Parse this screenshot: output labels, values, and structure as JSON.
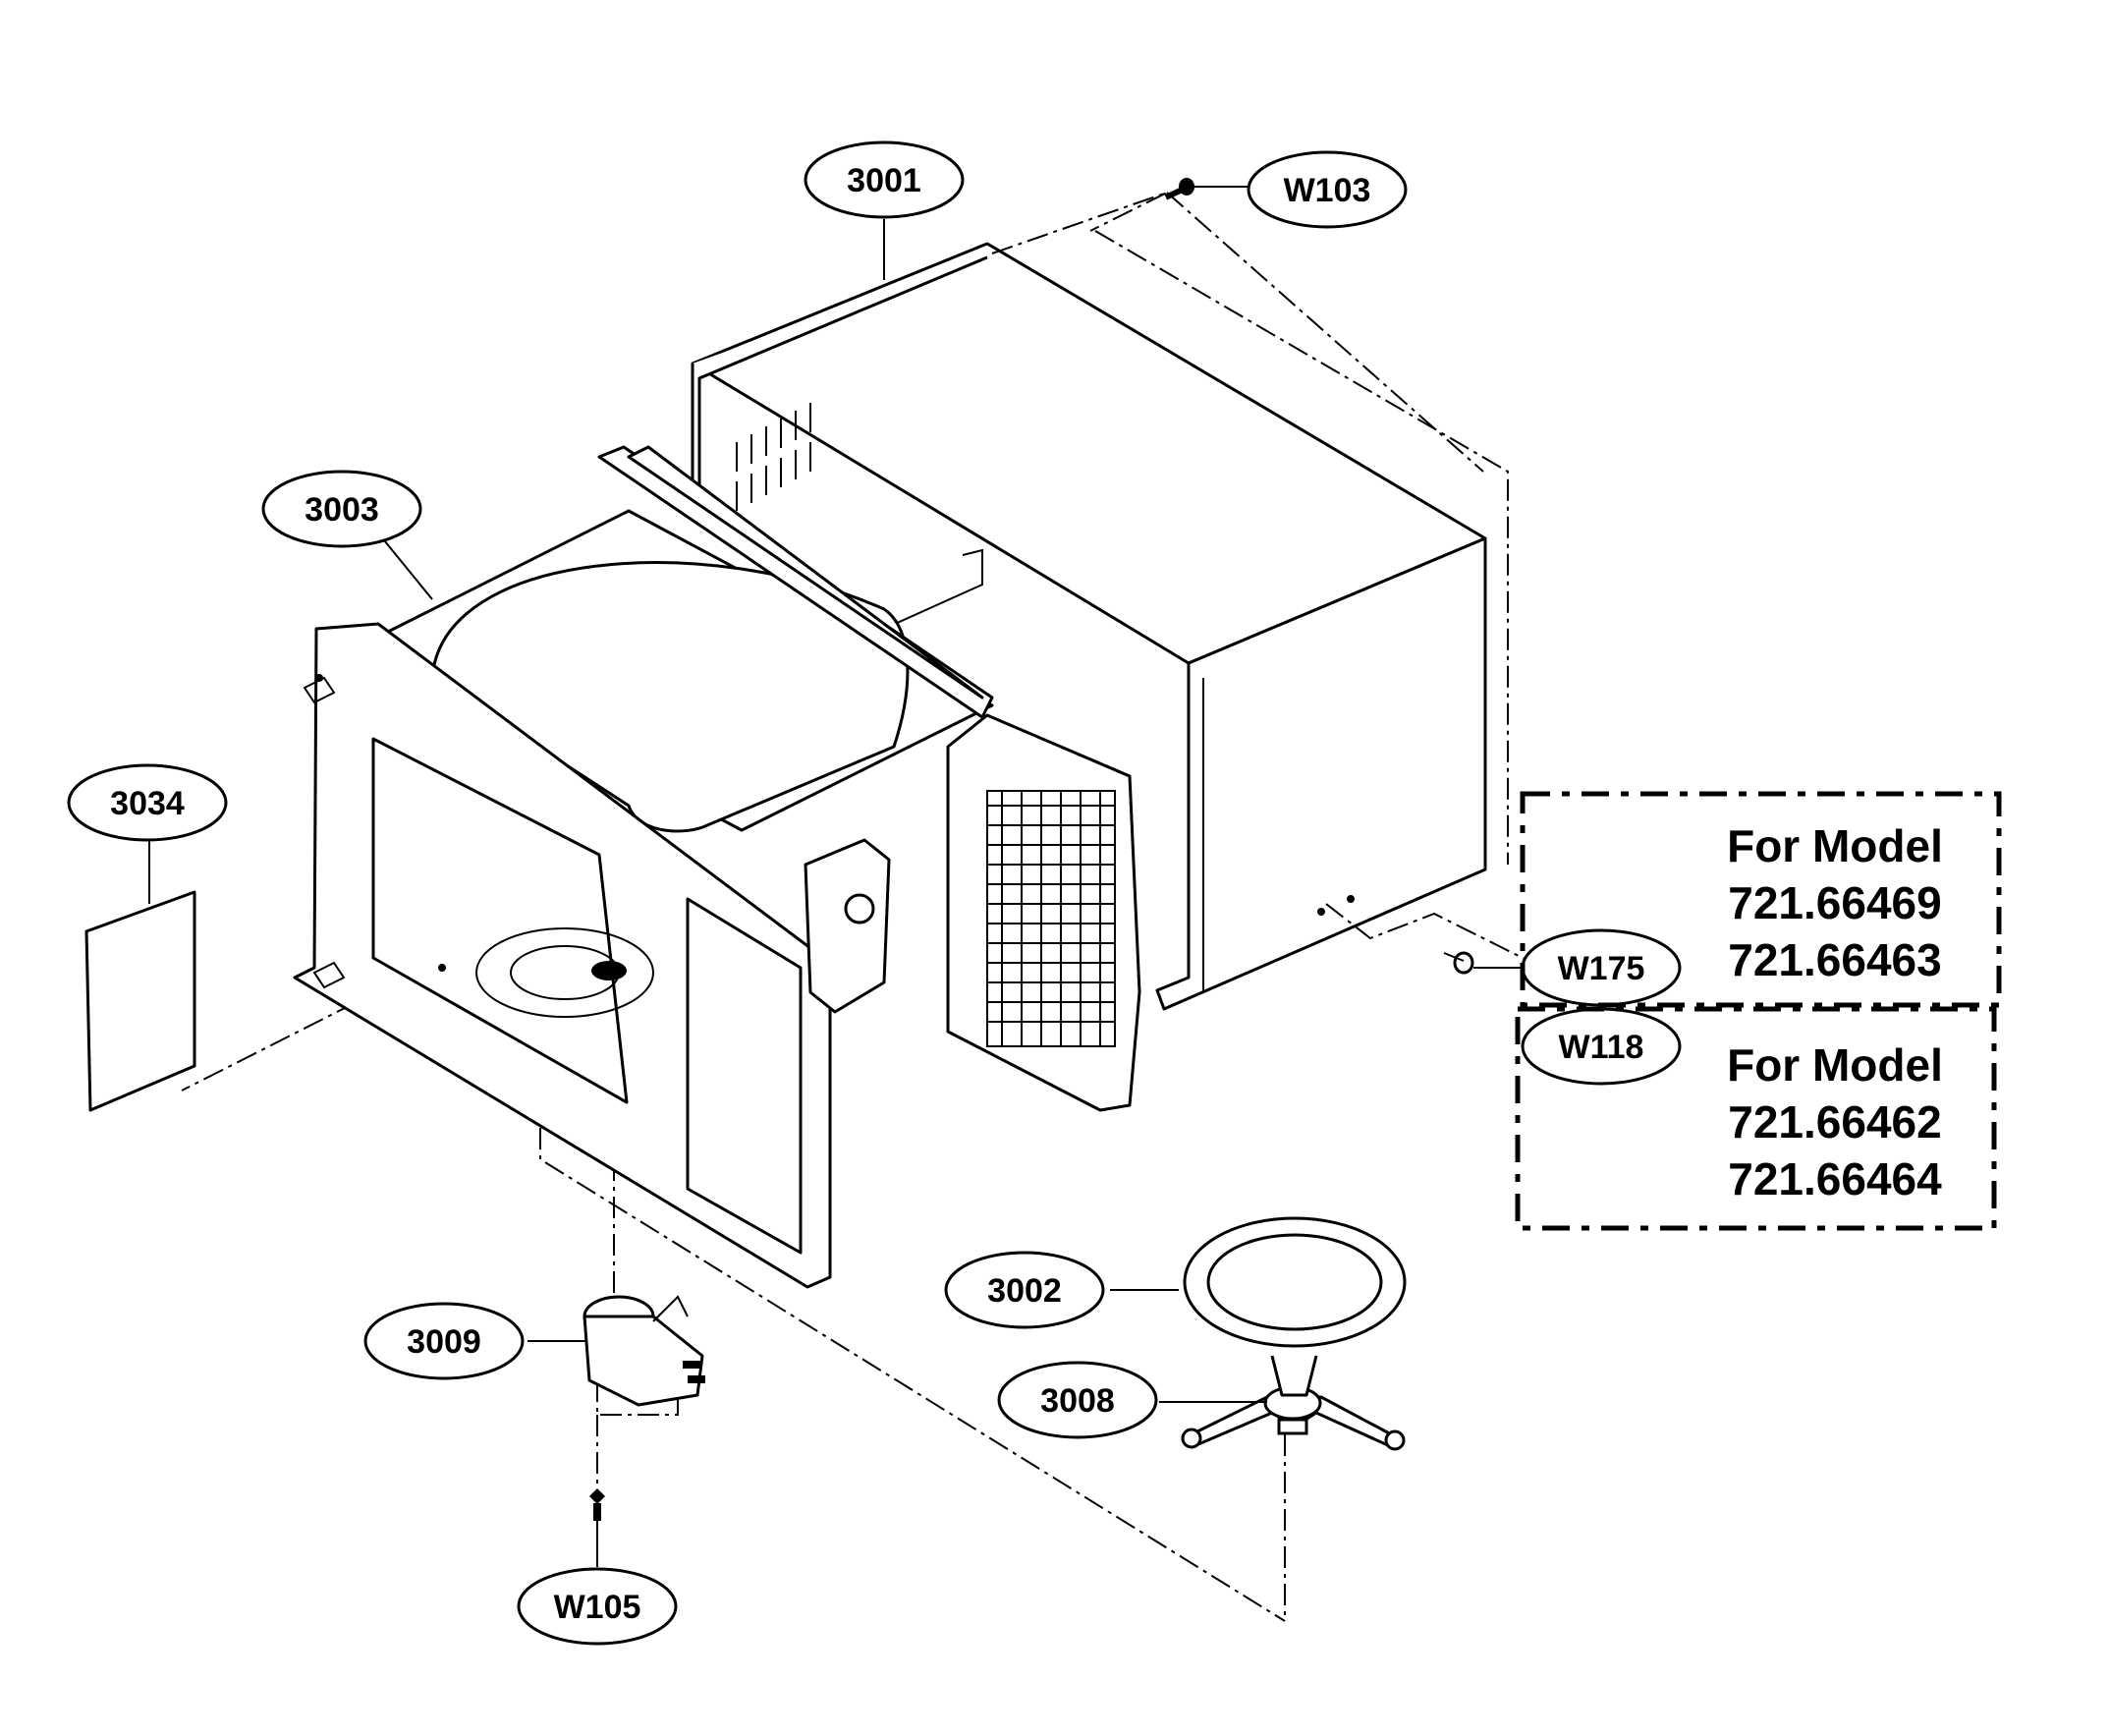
{
  "callouts": {
    "c3001": "3001",
    "c3003": "3003",
    "c3034": "3034",
    "c3009": "3009",
    "c3002": "3002",
    "c3008": "3008",
    "w103": "W103",
    "w175": "W175",
    "w118": "W118",
    "w105": "W105"
  },
  "model_box_1": {
    "heading": "For Model",
    "model_a": "721.66469",
    "model_b": "721.66463"
  },
  "model_box_2": {
    "heading": "For Model",
    "model_a": "721.66462",
    "model_b": "721.66464"
  }
}
